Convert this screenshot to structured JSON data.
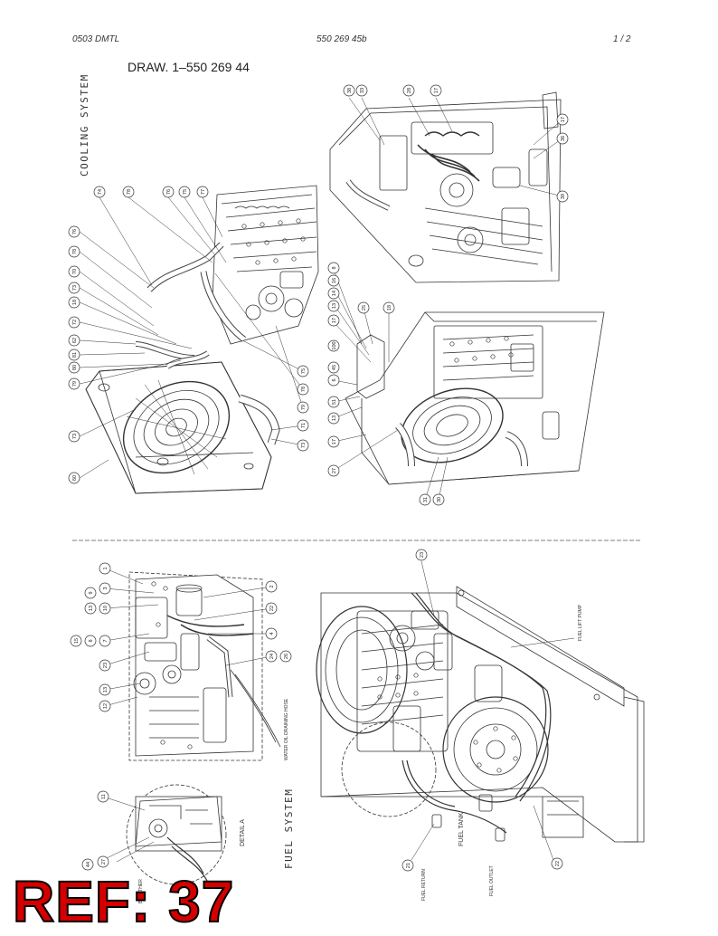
{
  "header": {
    "code_left": "0503 DMTL",
    "code_center": "550 269 45b",
    "page": "1 /  2"
  },
  "drawing_title": "DRAW. 1–550 269 44",
  "section_labels": {
    "cooling": "COOLING SYSTEM",
    "fuel": "FUEL SYSTEM"
  },
  "annotations": {
    "fuel_lift_pump": "FUEL LIFT PUMP",
    "water_oil_draining_hose": "WATER OIL DRAINING HOSE",
    "detail_a": "DETAIL A",
    "fuel_tank": "FUEL TANK",
    "fuel_return": "FUEL RETURN",
    "fuel_outlet": "FUEL OUTLET",
    "breather": "BREATHER"
  },
  "callouts": {
    "c1": "74",
    "c2": "78",
    "c3": "76",
    "c4": "75",
    "c5": "77",
    "c6": "76",
    "c7": "78",
    "c8": "70",
    "c9": "73",
    "c10": "18",
    "c11": "72",
    "c12": "62",
    "c13": "81",
    "c14": "80",
    "c15": "79",
    "c16": "73",
    "c17": "60",
    "c18": "38",
    "c19": "33",
    "c20": "28",
    "c21": "17",
    "c22": "17",
    "c23": "36",
    "c24": "39",
    "c25": "8",
    "c26": "16",
    "c27": "14",
    "c28": "13",
    "c29": "17",
    "c30": "100",
    "c31": "25",
    "c32": "18",
    "c33": "45",
    "c34": "6",
    "c35": "51",
    "c36": "13",
    "c37": "17",
    "c38": "27",
    "c39": "31",
    "c40": "30",
    "c41": "75",
    "c42": "78",
    "c43": "79",
    "c44": "71",
    "c45": "73",
    "c46": "1",
    "c47": "3",
    "c48": "9",
    "c49": "10",
    "c50": "13",
    "c51": "8",
    "c52": "7",
    "c53": "15",
    "c54": "2",
    "c55": "22",
    "c56": "4",
    "c57": "23",
    "c58": "24",
    "c59": "26",
    "c60": "13",
    "c61": "12",
    "c62": "11",
    "c63": "27",
    "c64": "44",
    "c65": "23",
    "c66": "21",
    "c67": "22"
  },
  "stamp": "REF: 37"
}
